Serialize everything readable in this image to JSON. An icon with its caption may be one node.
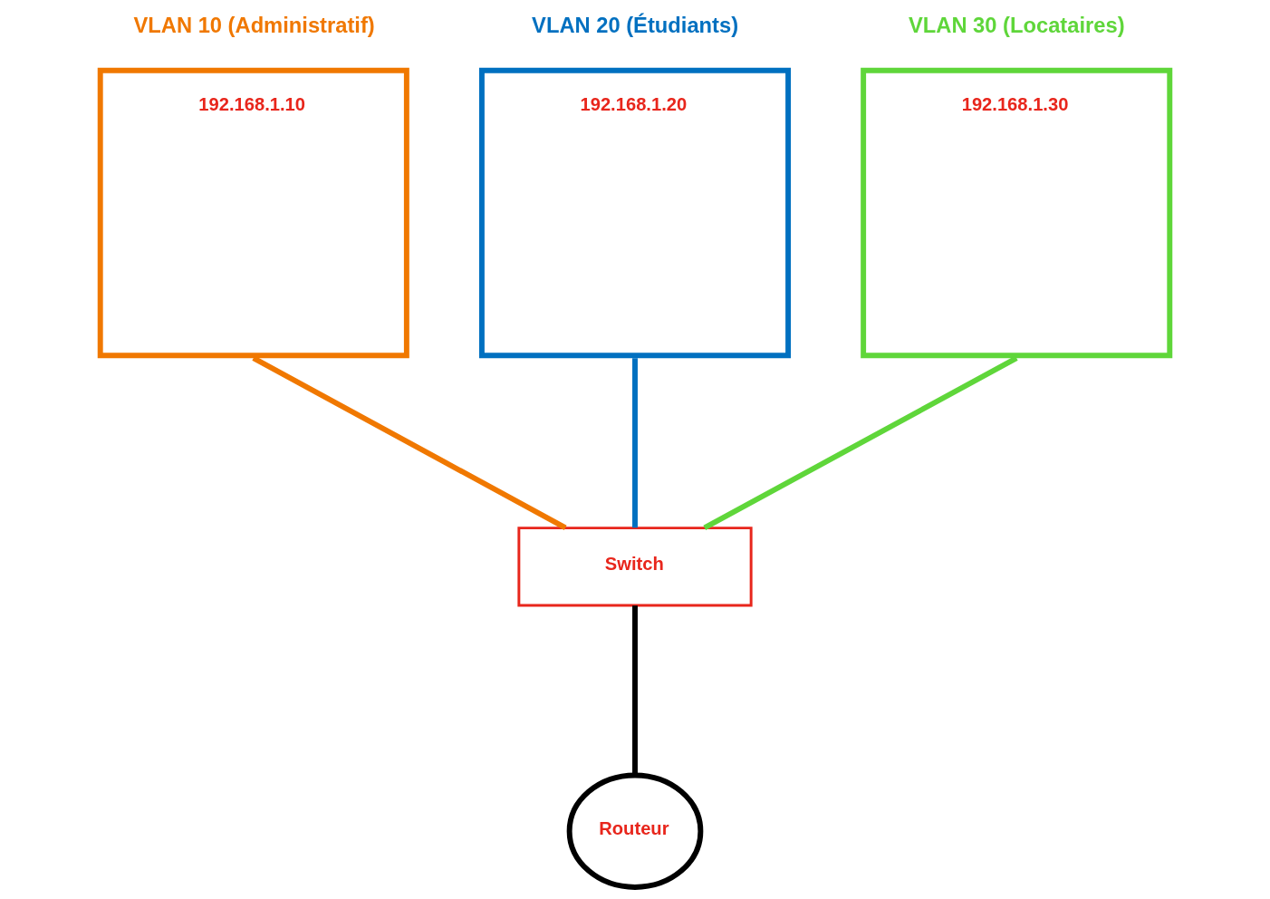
{
  "diagram": {
    "nodes": [
      {
        "text": [
          "VLAN 10 (Administratif)",
          "192.168.1.10"
        ]
      },
      {
        "text": [
          "VLAN 20 (Étudiants)",
          "192.168.1.20"
        ]
      },
      {
        "text": [
          "VLAN 30 (Locataires)",
          "192.168.1.30"
        ]
      },
      {
        "text": [
          "Switch"
        ]
      },
      {
        "text": [
          "Routeur"
        ]
      }
    ],
    "edges": [
      {
        "from": 0,
        "to": 3,
        "arrow": "none",
        "color": "#f07800"
      },
      {
        "from": 1,
        "to": 3,
        "arrow": "none",
        "color": "#0070c0"
      },
      {
        "from": 2,
        "to": 3,
        "arrow": "none",
        "color": "#5fd63a"
      },
      {
        "from": 3,
        "to": 4,
        "arrow": "none",
        "color": "#000000"
      }
    ]
  }
}
